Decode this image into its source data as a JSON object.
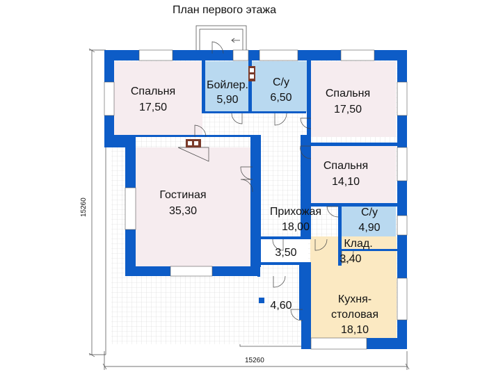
{
  "title": "План первого этажа",
  "dimensions": {
    "bottom": "15260",
    "left": "15260"
  },
  "rooms": [
    {
      "name": "Спальня",
      "area": "17,50"
    },
    {
      "name": "Бойлер.",
      "area": "5,90"
    },
    {
      "name": "С/у",
      "area": "6,50"
    },
    {
      "name": "Спальня",
      "area": "17,50"
    },
    {
      "name": "Спальня",
      "area": "14,10"
    },
    {
      "name": "Гостиная",
      "area": "35,30"
    },
    {
      "name": "Прихожая",
      "area": "18,00"
    },
    {
      "name": "С/у",
      "area": "4,90"
    },
    {
      "name": "Клад.",
      "area": "3,40"
    },
    {
      "name": "",
      "area": "3,50"
    },
    {
      "name": "",
      "area": "4,60"
    },
    {
      "name": "Кухня-",
      "name2": "столовая",
      "area": "18,10"
    }
  ],
  "colors": {
    "wall": "#0d5cc7",
    "bedroom": "#f6ecef",
    "wet": "#b9d9f0",
    "kitchen": "#fbe9c2",
    "hall": "#ffffff",
    "grid": "#cccccc",
    "window": "#ffffff"
  }
}
